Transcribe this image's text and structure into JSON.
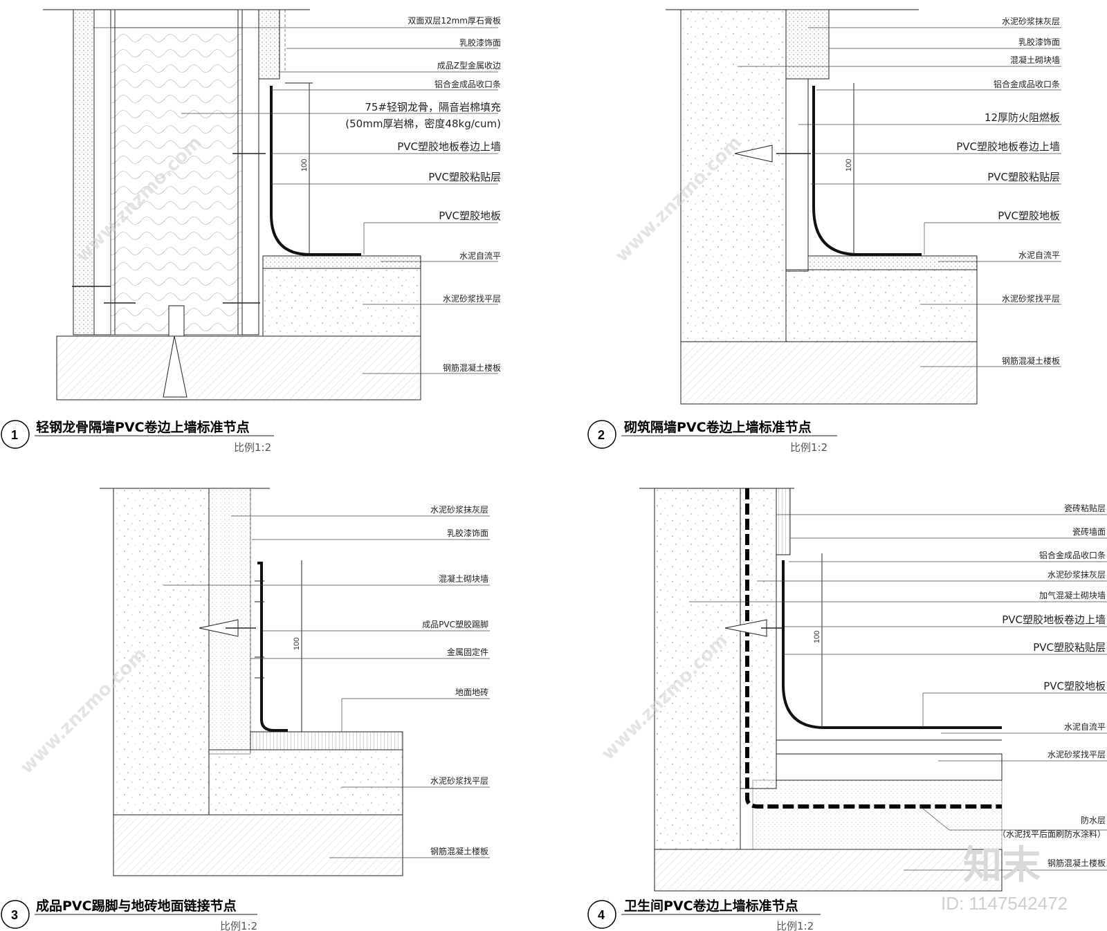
{
  "details": [
    {
      "number": "1",
      "title": "轻钢龙骨隔墙PVC卷边上墙标准节点",
      "scale": "比例1:2",
      "dimension": "100",
      "labels": [
        "双面双层12mm厚石膏板",
        "乳胶漆饰面",
        "成品Z型金属收边",
        "铝合金成品收口条",
        "75#轻钢龙骨，隔音岩棉填充",
        "(50mm厚岩棉，密度48kg/cum)",
        "PVC塑胶地板卷边上墙",
        "PVC塑胶粘贴层",
        "PVC塑胶地板",
        "水泥自流平",
        "水泥砂浆找平层",
        "钢筋混凝土楼板"
      ]
    },
    {
      "number": "2",
      "title": "砌筑隔墙PVC卷边上墙标准节点",
      "scale": "比例1:2",
      "dimension": "100",
      "labels": [
        "水泥砂浆抹灰层",
        "乳胶漆饰面",
        "混凝土砌块墙",
        "铝合金成品收口条",
        "12厚防火阻燃板",
        "PVC塑胶地板卷边上墙",
        "PVC塑胶粘贴层",
        "PVC塑胶地板",
        "水泥自流平",
        "水泥砂浆找平层",
        "钢筋混凝土楼板"
      ]
    },
    {
      "number": "3",
      "title": "成品PVC踢脚与地砖地面链接节点",
      "scale": "比例1:2",
      "dimension": "100",
      "labels": [
        "水泥砂浆抹灰层",
        "乳胶漆饰面",
        "混凝土砌块墙",
        "成品PVC塑胶踢脚",
        "金属固定件",
        "地面地砖",
        "水泥砂浆找平层",
        "钢筋混凝土楼板"
      ]
    },
    {
      "number": "4",
      "title": "卫生间PVC卷边上墙标准节点",
      "scale": "比例1:2",
      "dimension": "100",
      "labels": [
        "瓷砖粘贴层",
        "瓷砖墙面",
        "铝合金成品收口条",
        "水泥砂浆抹灰层",
        "加气混凝土砌块墙",
        "PVC塑胶地板卷边上墙",
        "PVC塑胶粘贴层",
        "PVC塑胶地板",
        "水泥自流平",
        "水泥砂浆找平层",
        "防水层",
        "（水泥找平后面刷防水涂料）",
        "钢筋混凝土楼板"
      ]
    }
  ],
  "watermark": {
    "brand": "知末",
    "id": "ID: 1147542472",
    "site": "www.znzmo.com"
  }
}
